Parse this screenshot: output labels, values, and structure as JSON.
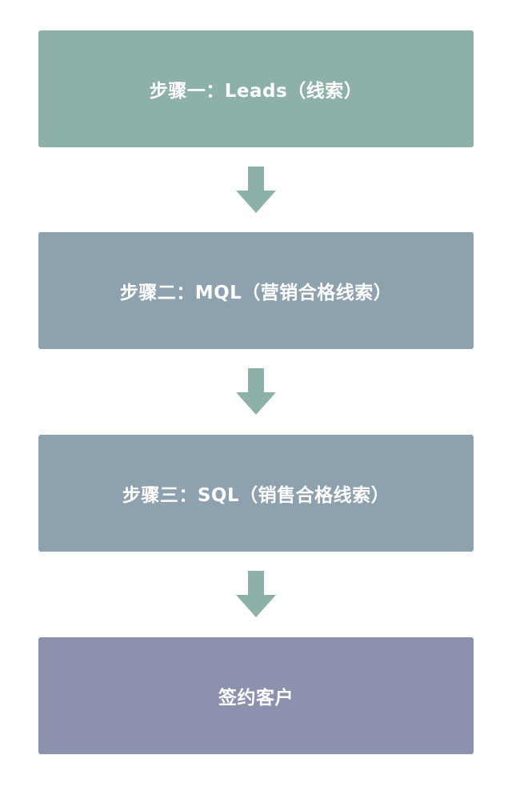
{
  "flow": {
    "steps": [
      {
        "label": "步骤一：Leads（线索）",
        "color": "#8db0a8"
      },
      {
        "label": "步骤二：MQL（营销合格线索）",
        "color": "#8ea1ae"
      },
      {
        "label": "步骤三：SQL（销售合格线索）",
        "color": "#8ea1ae"
      },
      {
        "label": "签约客户",
        "color": "#8c91ae"
      }
    ],
    "arrow_color": "#8db0a8"
  }
}
